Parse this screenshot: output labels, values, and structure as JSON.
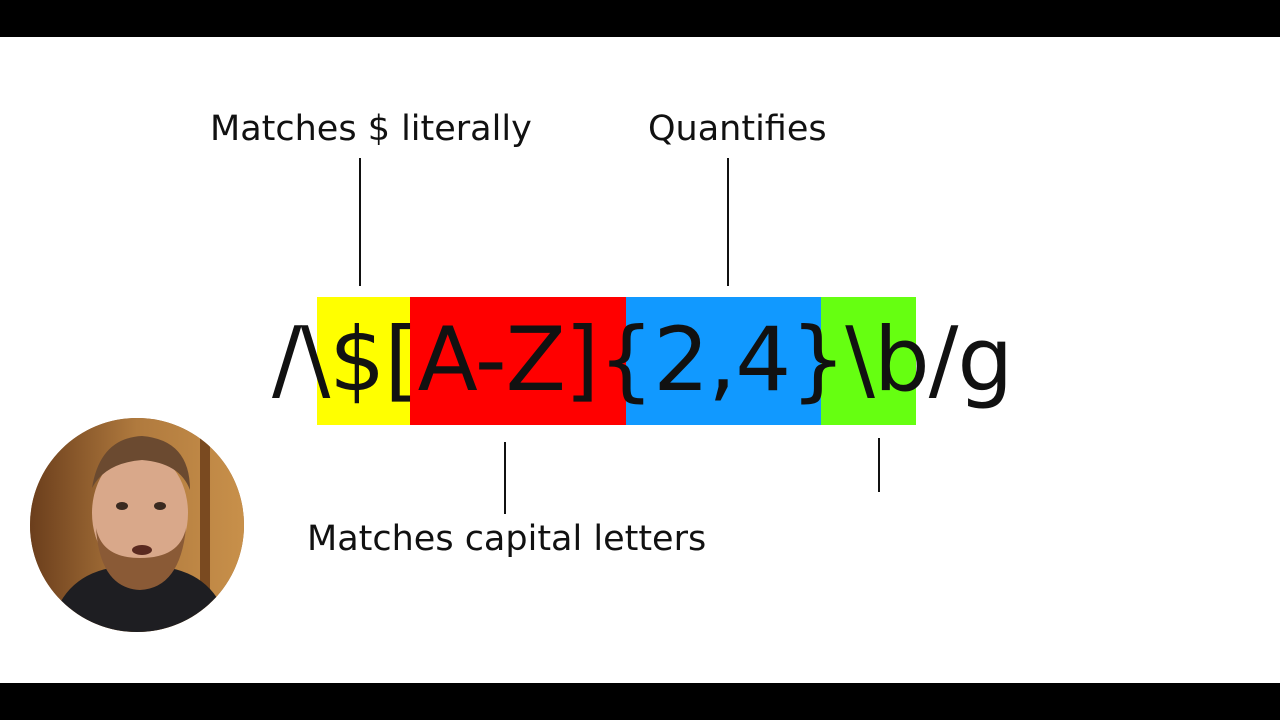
{
  "annotations": {
    "dollar": "Matches $ literally",
    "quantifier": "Quantifies",
    "capitals": "Matches capital letters"
  },
  "regex": {
    "parts": [
      {
        "text": "/",
        "highlight": null
      },
      {
        "text": "\\$",
        "highlight": "#ffff00"
      },
      {
        "text": "[A-Z]",
        "highlight": "#ff0000"
      },
      {
        "text": "{2,4}",
        "highlight": "#1199ff"
      },
      {
        "text": "\\b",
        "highlight": "#66ff11"
      },
      {
        "text": "/g",
        "highlight": null
      }
    ]
  },
  "colors": {
    "yellow": "#ffff00",
    "red": "#ff0000",
    "blue": "#1199ff",
    "green": "#66ff11"
  }
}
